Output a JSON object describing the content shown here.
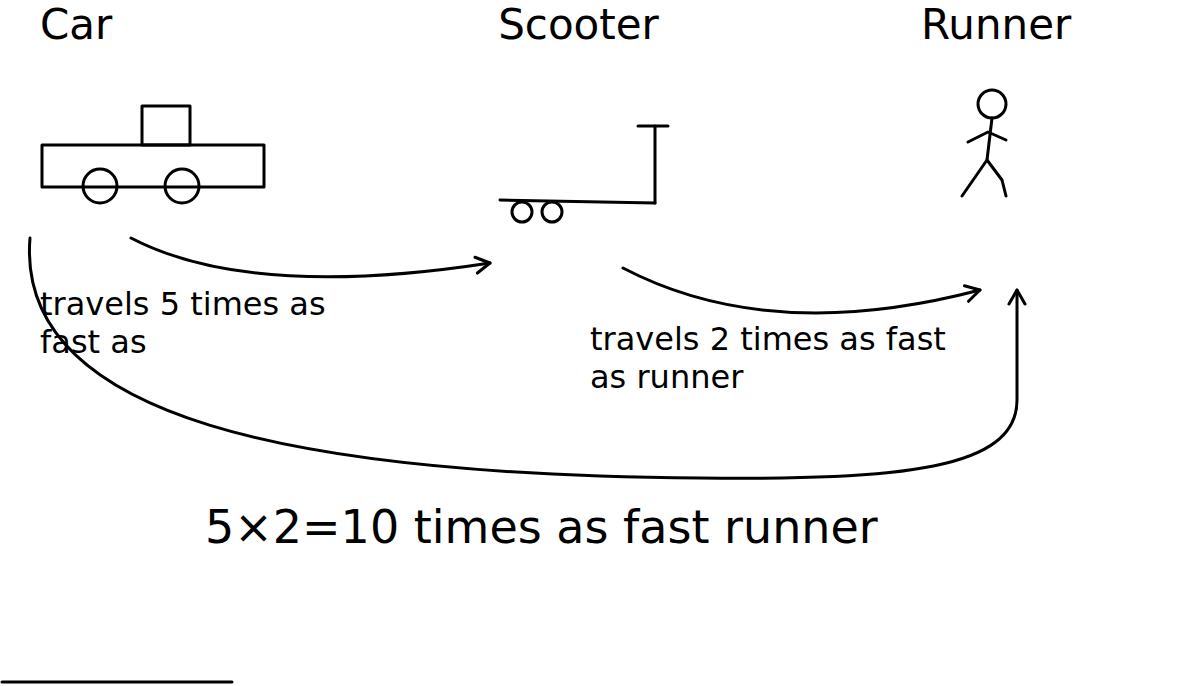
{
  "diagram": {
    "nodes": [
      {
        "text": [
          "Car"
        ]
      },
      {
        "text": [
          "Scooter"
        ]
      },
      {
        "text": [
          "Runner"
        ]
      }
    ],
    "edges": [
      {
        "from": 0,
        "to": 1,
        "arrow": "to",
        "label": "travels 5 times as fast as"
      },
      {
        "from": 1,
        "to": 2,
        "arrow": "to",
        "label": "travels 2 times as fast as runner"
      },
      {
        "from": 0,
        "to": 2,
        "arrow": "to",
        "label": "5×2=10 times as fast runner"
      }
    ]
  }
}
